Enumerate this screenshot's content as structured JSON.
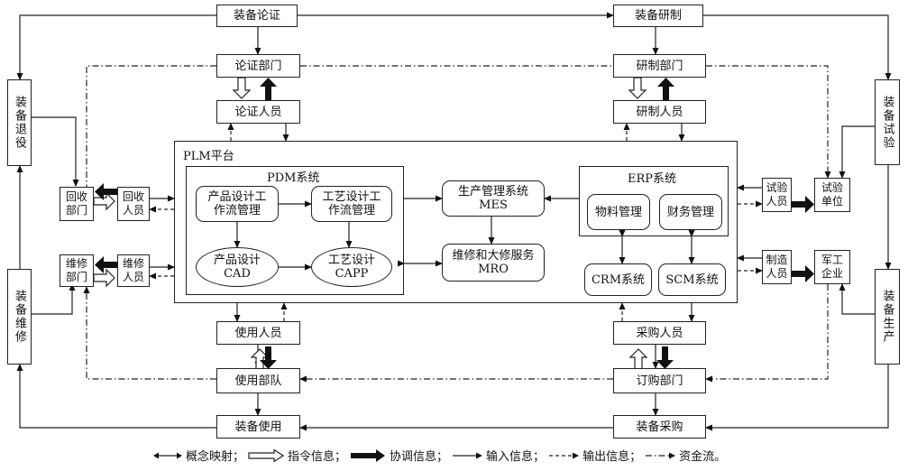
{
  "top": {
    "equip_demo": "装备论证",
    "equip_rd": "装备研制"
  },
  "left": {
    "retire": "装备退役",
    "maint": "装备维修",
    "recycle_dept": "回收部门",
    "recycle_staff": "回收人员",
    "maint_dept": "维修部门",
    "maint_staff": "维修人员"
  },
  "right": {
    "test": "装备试验",
    "produce": "装备生产",
    "test_staff": "试验人员",
    "test_unit": "试验单位",
    "mfg_staff": "制造人员",
    "mil_ent": "军工企业"
  },
  "upper": {
    "demo_dept": "论证部门",
    "demo_staff": "论证人员",
    "rd_dept": "研制部门",
    "rd_staff": "研制人员"
  },
  "lower": {
    "use_staff": "使用人员",
    "use_troop": "使用部队",
    "buy_staff": "采购人员",
    "order_dept": "订购部门"
  },
  "bottom": {
    "equip_use": "装备使用",
    "equip_buy": "装备采购"
  },
  "plm": {
    "title": "PLM平台",
    "pdm_title": "PDM系统",
    "pd_wf": "产品设计工作流管理",
    "proc_wf": "工艺设计工作流管理",
    "cad_1": "产品设计",
    "cad_2": "CAD",
    "capp_1": "工艺设计",
    "capp_2": "CAPP",
    "mes_1": "生产管理系统",
    "mes_2": "MES",
    "mro_1": "维修和大修服务",
    "mro_2": "MRO",
    "erp_title": "ERP系统",
    "material": "物料管理",
    "finance": "财务管理",
    "crm": "CRM系统",
    "scm": "SCM系统"
  },
  "legend": {
    "concept": "概念映射；",
    "command": "指令信息；",
    "coord": "协调信息；",
    "input": "输入信息；",
    "output": "输出信息；",
    "fund": "资金流。"
  }
}
